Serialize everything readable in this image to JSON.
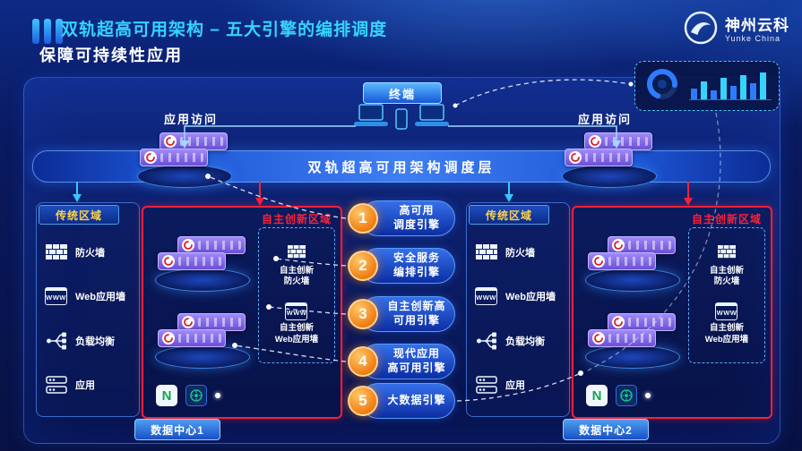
{
  "header": {
    "title": "双轨超高可用架构  –  五大引擎的编排调度",
    "subtitle": "保障可持续性应用",
    "logo_cn": "神州云科",
    "logo_en": "Yunke China"
  },
  "top": {
    "terminal": "终端",
    "access_left": "应用访问",
    "access_right": "应用访问"
  },
  "scheduler_label": "双轨超高可用架构调度层",
  "engines": [
    {
      "num": "1",
      "line1": "高可用",
      "line2": "调度引擎"
    },
    {
      "num": "2",
      "line1": "安全服务",
      "line2": "编排引擎"
    },
    {
      "num": "3",
      "line1": "自主创新高",
      "line2": "可用引擎"
    },
    {
      "num": "4",
      "line1": "现代应用",
      "line2": "高可用引擎"
    },
    {
      "num": "5",
      "line1": "大数据引擎",
      "line2": ""
    }
  ],
  "icons": {
    "waf_text": "WWW",
    "nginx_letter": "N"
  },
  "datacenters": [
    {
      "traditional_label": "传统区域",
      "items": [
        {
          "label": "防火墙"
        },
        {
          "label": "Web应用墙"
        },
        {
          "label": "负载均衡"
        },
        {
          "label": "应用"
        }
      ],
      "innovation_label": "自主创新区域",
      "innovation_items": [
        {
          "line1": "自主创新",
          "line2": "防火墙"
        },
        {
          "line1": "自主创新",
          "line2": "Web应用墙"
        }
      ],
      "footer": "数据中心1"
    },
    {
      "traditional_label": "传统区域",
      "items": [
        {
          "label": "防火墙"
        },
        {
          "label": "Web应用墙"
        },
        {
          "label": "负载均衡"
        },
        {
          "label": "应用"
        }
      ],
      "innovation_label": "自主创新区域",
      "innovation_items": [
        {
          "line1": "自主创新",
          "line2": "防火墙"
        },
        {
          "line1": "自主创新",
          "line2": "Web应用墙"
        }
      ],
      "footer": "数据中心2"
    }
  ],
  "colors": {
    "accent_cyan": "#35d4ff",
    "engine_orange": "#f07d12",
    "innovation_red": "#ff2038",
    "traditional_yellow": "#ffd34d",
    "server_purple": "#8468ea",
    "nginx_green": "#11a64a"
  }
}
